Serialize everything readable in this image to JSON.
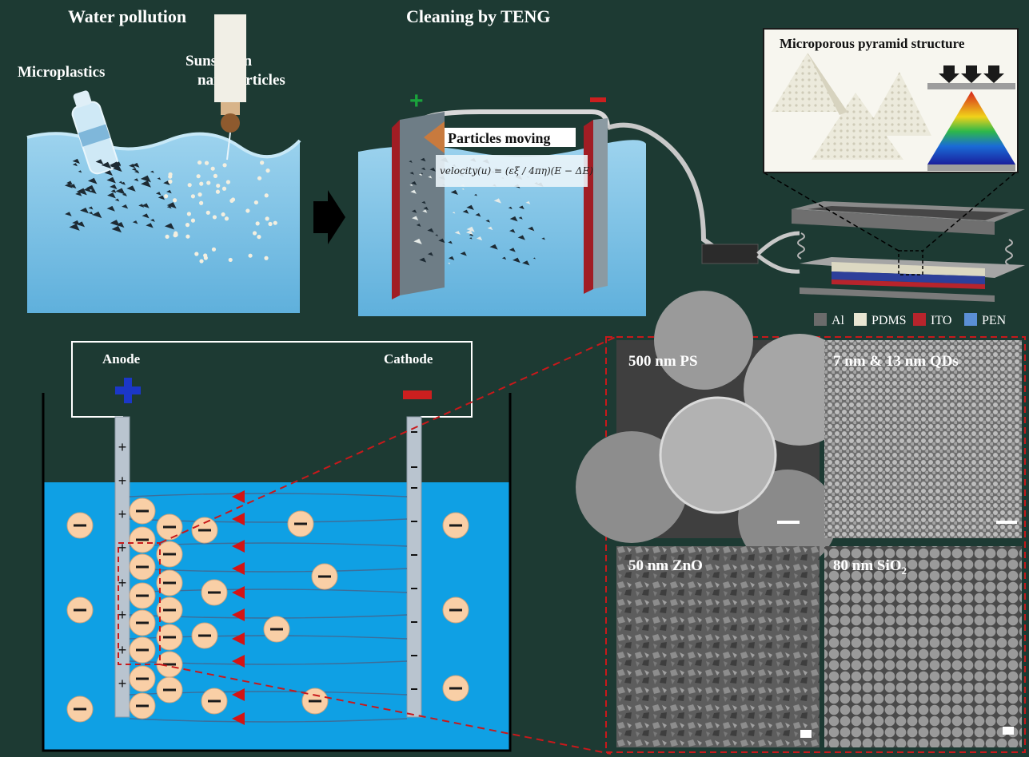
{
  "panel_a": {
    "left_title": "Water pollution",
    "middle_title": "Cleaning by TENG",
    "label_microplastics": "Microplastics",
    "label_sunscreen_1": "Sunscreen",
    "label_sunscreen_2": "nanoparticles",
    "particles_moving": "Particles moving",
    "velocity_equation": "velocity(u) = (εξ / 4πη)(E − ΔE)",
    "pyramid_title": "Microporous pyramid structure",
    "legend": [
      "Al",
      "PDMS",
      "ITO",
      "PEN"
    ]
  },
  "panel_b": {
    "anode": "Anode",
    "cathode": "Cathode"
  },
  "panel_c": {
    "sem_labels": [
      "500 nm PS",
      "7 nm & 13 nm QDs",
      "50 nm ZnO",
      "80 nm SiO"
    ],
    "sio2_subscript": "2"
  },
  "colors": {
    "background": "#1d3a33",
    "water_light": "#8ec9e8",
    "water_bright": "#0fa0e4",
    "ion_fill": "#f9cfa6",
    "anode_plus": "#1b37c8",
    "cathode_minus": "#cc1f1f",
    "field_arrow": "#d41414",
    "legend_al": "#6b6b6b",
    "legend_pdms": "#e8e6d2",
    "legend_ito": "#b8242c",
    "legend_pen": "#5b8fd6"
  }
}
